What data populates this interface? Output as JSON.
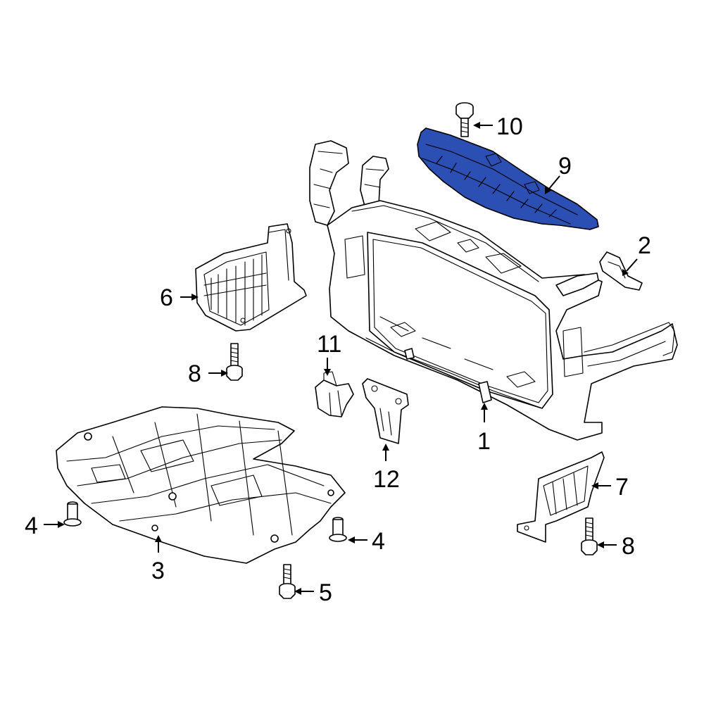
{
  "highlight_color": "#2b4fb3",
  "callouts": {
    "c1": "1",
    "c2": "2",
    "c3": "3",
    "c4a": "4",
    "c4b": "4",
    "c5": "5",
    "c6": "6",
    "c7": "7",
    "c8a": "8",
    "c8b": "8",
    "c9": "9",
    "c10": "10",
    "c11": "11",
    "c12": "12"
  }
}
